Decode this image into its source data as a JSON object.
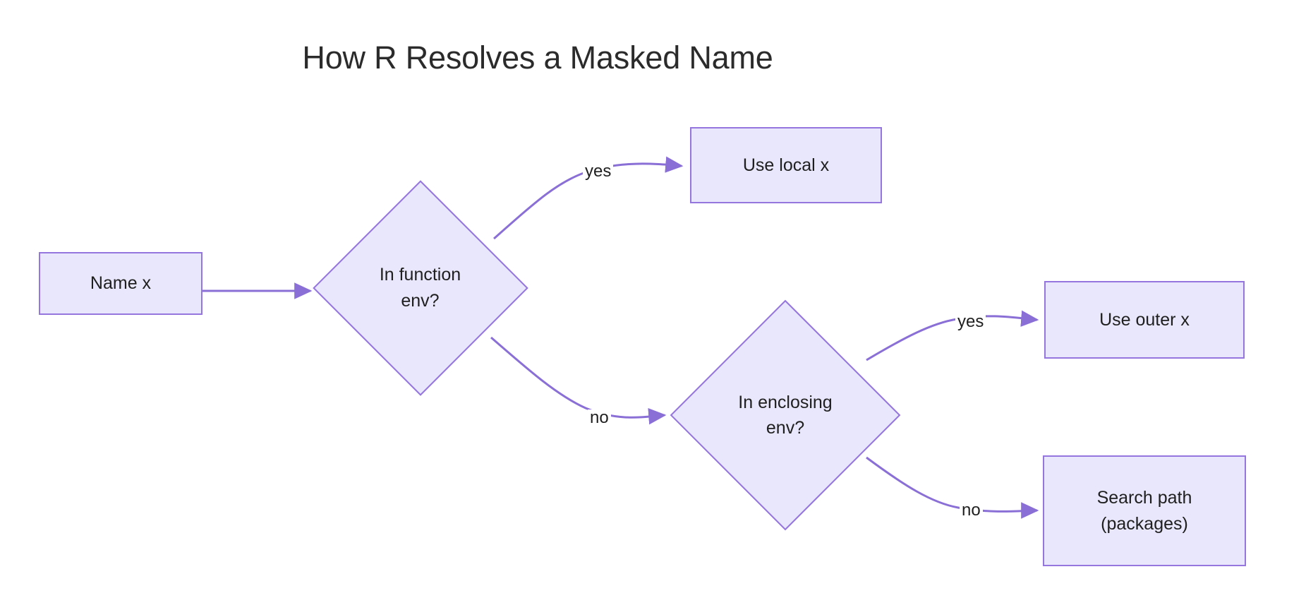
{
  "title": "How R Resolves a Masked Name",
  "colors": {
    "node_fill": "#e9e7fb",
    "node_border": "#9575de",
    "edge_stroke": "#8a6fd6",
    "text": "#1f1f1f",
    "title_text": "#2b2b2b",
    "background": "#ffffff"
  },
  "nodes": {
    "start": {
      "label": "Name x",
      "shape": "rect"
    },
    "decision_function": {
      "label": "In function\nenv?",
      "shape": "diamond"
    },
    "use_local": {
      "label": "Use local x",
      "shape": "rect"
    },
    "decision_enclosing": {
      "label": "In enclosing\nenv?",
      "shape": "diamond"
    },
    "use_outer": {
      "label": "Use outer x",
      "shape": "rect"
    },
    "search_path": {
      "label": "Search path\n(packages)",
      "shape": "rect"
    }
  },
  "edges": {
    "start_to_function": {
      "label": ""
    },
    "function_yes": {
      "label": "yes"
    },
    "function_no": {
      "label": "no"
    },
    "enclosing_yes": {
      "label": "yes"
    },
    "enclosing_no": {
      "label": "no"
    }
  }
}
